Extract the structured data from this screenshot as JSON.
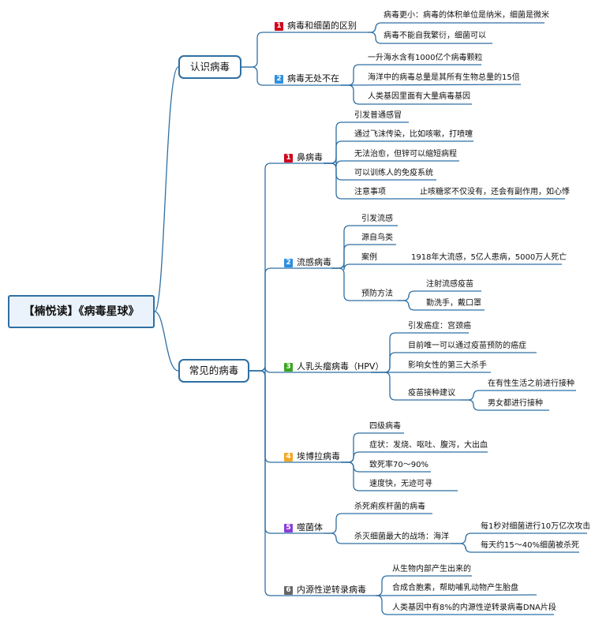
{
  "root": "【楠悦读】《病毒星球》",
  "branches": [
    {
      "label": "认识病毒",
      "topics": [
        {
          "num": "1",
          "color": "#d0021b",
          "label": "病毒和细菌的区别",
          "leaves": [
            {
              "label": "病毒更小：病毒的体积单位是纳米，细菌是微米"
            },
            {
              "label": "病毒不能自我繁衍，细菌可以"
            }
          ]
        },
        {
          "num": "2",
          "color": "#2d8fe0",
          "label": "病毒无处不在",
          "leaves": [
            {
              "label": "一升海水含有1000亿个病毒颗粒"
            },
            {
              "label": "海洋中的病毒总量是其所有生物总量的15倍"
            },
            {
              "label": "人类基因里面有大量病毒基因"
            }
          ]
        }
      ]
    },
    {
      "label": "常见的病毒",
      "topics": [
        {
          "num": "1",
          "color": "#d0021b",
          "label": "鼻病毒",
          "leaves": [
            {
              "label": "引发普通感冒"
            },
            {
              "label": "通过飞沫传染，比如咳嗽，打喷嚏"
            },
            {
              "label": "无法治愈，但锌可以缩短病程"
            },
            {
              "label": "可以训练人的免疫系统"
            },
            {
              "label": "注意事项",
              "children": [
                "止咳糖浆不仅没有，还会有副作用，如心悸"
              ]
            }
          ]
        },
        {
          "num": "2",
          "color": "#2d8fe0",
          "label": "流感病毒",
          "leaves": [
            {
              "label": "引发流感"
            },
            {
              "label": "源自鸟类"
            },
            {
              "label": "案例",
              "children": [
                "1918年大流感，5亿人患病，5000万人死亡"
              ]
            },
            {
              "label": "预防方法",
              "children": [
                "注射流感疫苗",
                "勤洗手，戴口罩"
              ]
            }
          ]
        },
        {
          "num": "3",
          "color": "#3aa620",
          "label": "人乳头瘤病毒（HPV）",
          "leaves": [
            {
              "label": "引发癌症：宫颈癌"
            },
            {
              "label": "目前唯一可以通过疫苗预防的癌症"
            },
            {
              "label": "影响女性的第三大杀手"
            },
            {
              "label": "疫苗接种建议",
              "children": [
                "在有性生活之前进行接种",
                "男女都进行接种"
              ]
            }
          ]
        },
        {
          "num": "4",
          "color": "#f5a623",
          "label": "埃博拉病毒",
          "leaves": [
            {
              "label": "四级病毒"
            },
            {
              "label": "症状：发烧、呕吐、腹泻，大出血"
            },
            {
              "label": "致死率70～90%"
            },
            {
              "label": "速度快，无迹可寻"
            }
          ]
        },
        {
          "num": "5",
          "color": "#8b3fd9",
          "label": "噬菌体",
          "leaves": [
            {
              "label": "杀死痢疾杆菌的病毒"
            },
            {
              "label": "杀灭细菌最大的战场：海洋",
              "children": [
                "每1秒对细菌进行10万亿次攻击",
                "每天约15～40%细菌被杀死"
              ]
            }
          ]
        },
        {
          "num": "6",
          "color": "#666666",
          "label": "内源性逆转录病毒",
          "leaves": [
            {
              "label": "从生物内部产生出来的"
            },
            {
              "label": "合成合胞素，帮助哺乳动物产生胎盘"
            },
            {
              "label": "人类基因中有8%的内源性逆转录病毒DNA片段"
            }
          ]
        }
      ]
    }
  ],
  "colors": {
    "line": "#2f6fa3",
    "root_fill": "#eaf3fb"
  }
}
